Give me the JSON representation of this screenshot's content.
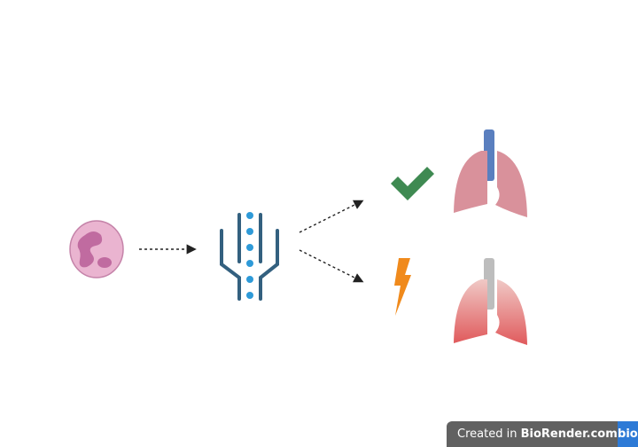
{
  "badge": {
    "prefix": "Created in ",
    "brand": "BioRender.com",
    "logo": "bio"
  },
  "colors": {
    "vessel": "#33607f",
    "dots": "#2e9ad8",
    "check": "#3f8a52",
    "bolt": "#f08a1c",
    "healthy_lung": "#d9919b",
    "inflamed_lung": "#e06466",
    "trachea_healthy": "#5a7fbf",
    "trachea_inflamed": "#bdbdbd"
  }
}
